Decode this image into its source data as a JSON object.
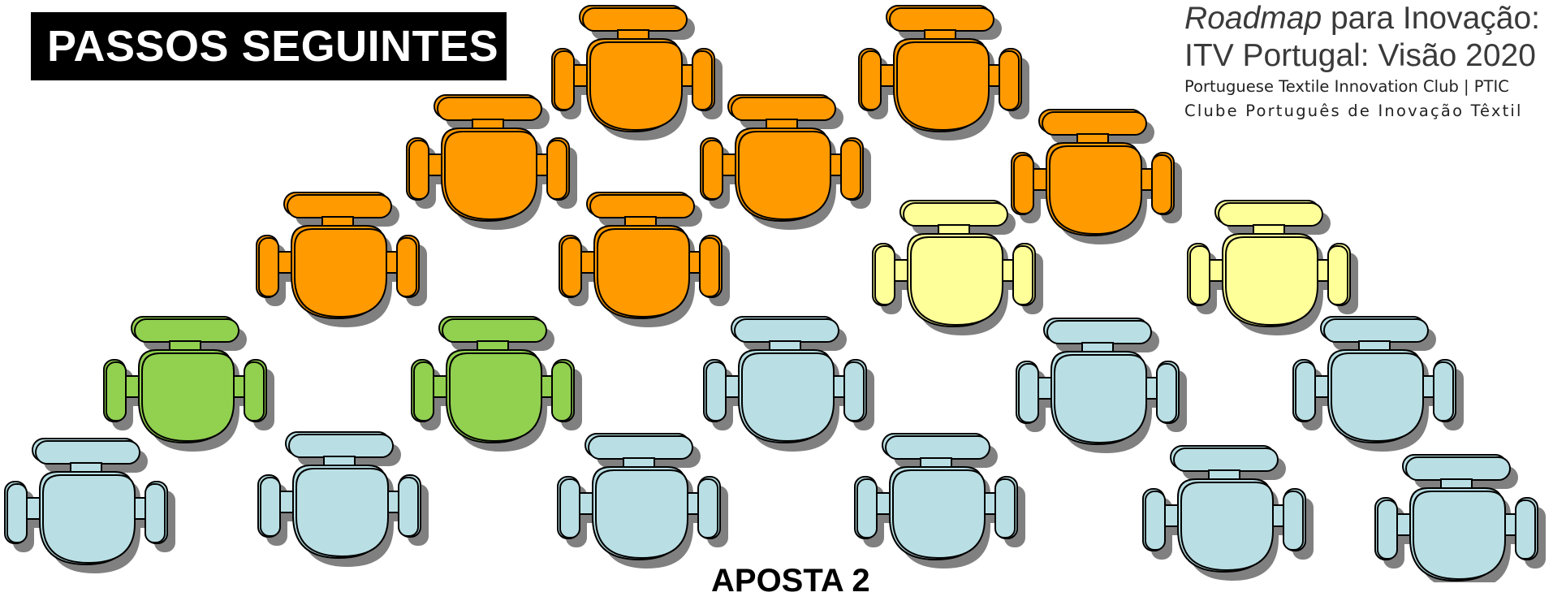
{
  "title": "PASSOS SEGUINTES",
  "header": {
    "line1_italic": "Roadmap",
    "line1_rest": " para Inovação:",
    "line2": "ITV Portugal: Visão 2020",
    "sub1": "Portuguese Textile Innovation Club | PTIC",
    "sub2": "Clube Português de Inovação Têxtil"
  },
  "bottom_label": "APOSTA 2",
  "colors": {
    "orange": "#FF9A00",
    "yellow": "#FFFF99",
    "green": "#92D050",
    "light_blue": "#B9DFE4",
    "shadow": "#808080",
    "outline": "#000000"
  },
  "chairs": [
    {
      "row": 1,
      "color": "orange"
    },
    {
      "row": 1,
      "color": "orange"
    },
    {
      "row": 2,
      "color": "orange"
    },
    {
      "row": 2,
      "color": "orange"
    },
    {
      "row": 2,
      "color": "orange"
    },
    {
      "row": 3,
      "color": "orange"
    },
    {
      "row": 3,
      "color": "orange"
    },
    {
      "row": 3,
      "color": "yellow"
    },
    {
      "row": 3,
      "color": "yellow"
    },
    {
      "row": 4,
      "color": "green"
    },
    {
      "row": 4,
      "color": "green"
    },
    {
      "row": 4,
      "color": "light_blue"
    },
    {
      "row": 4,
      "color": "light_blue"
    },
    {
      "row": 4,
      "color": "light_blue"
    },
    {
      "row": 5,
      "color": "light_blue"
    },
    {
      "row": 5,
      "color": "light_blue"
    },
    {
      "row": 5,
      "color": "light_blue"
    },
    {
      "row": 5,
      "color": "light_blue"
    },
    {
      "row": 5,
      "color": "light_blue"
    },
    {
      "row": 5,
      "color": "light_blue"
    }
  ]
}
